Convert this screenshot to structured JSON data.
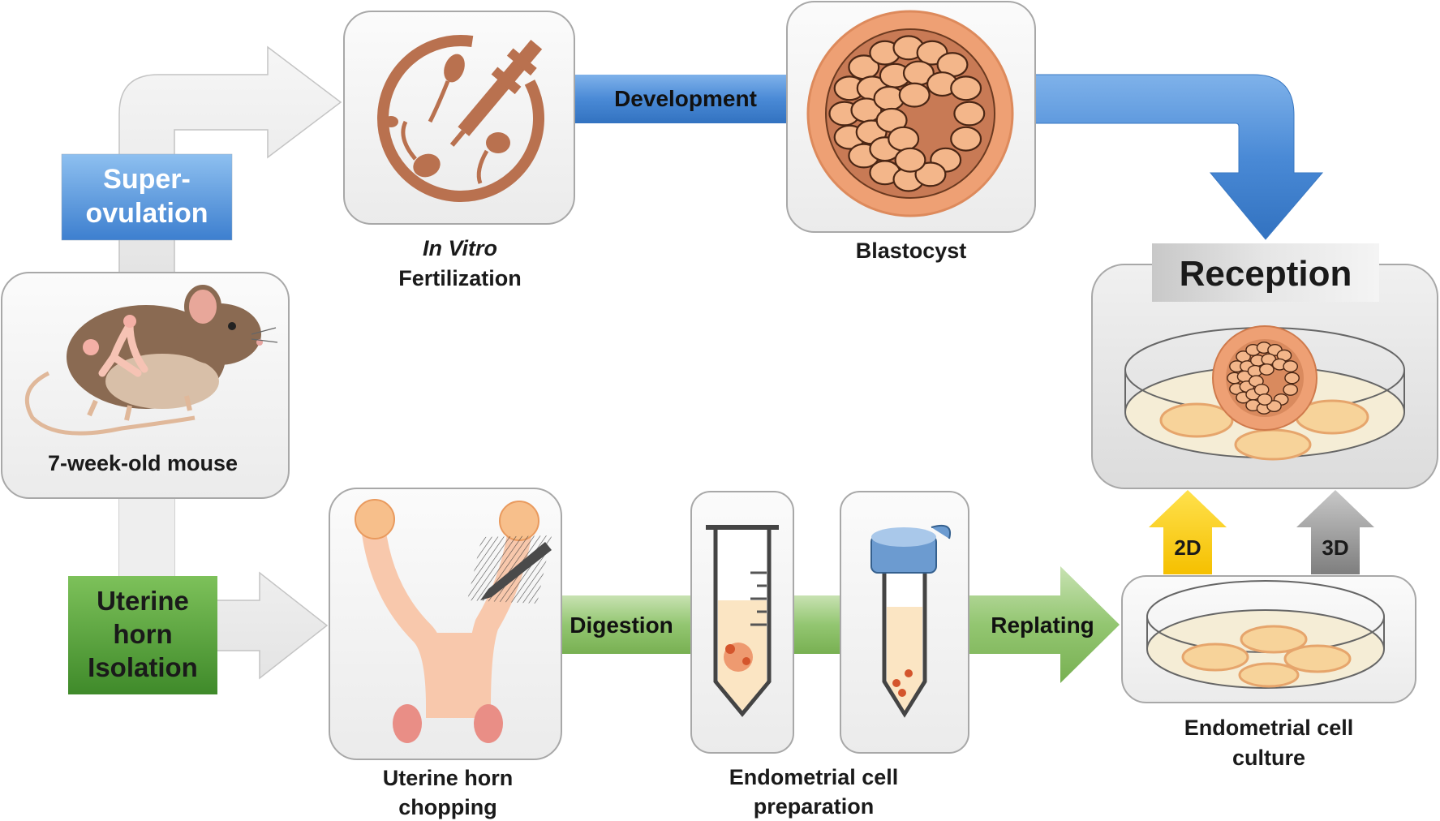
{
  "labels": {
    "superovulation_1": "Super-",
    "superovulation_2": "ovulation",
    "ivf_1": "In Vitro",
    "ivf_2": "Fertilization",
    "development": "Development",
    "blastocyst": "Blastocyst",
    "reception": "Reception",
    "mouse": "7-week-old mouse",
    "uterine_isolation_1": "Uterine",
    "uterine_isolation_2": "horn",
    "uterine_isolation_3": "Isolation",
    "chopping_1": "Uterine horn",
    "chopping_2": "chopping",
    "digestion": "Digestion",
    "prep_1": "Endometrial cell",
    "prep_2": "preparation",
    "replating": "Replating",
    "culture_1": "Endometrial cell",
    "culture_2": "culture",
    "arrow_2d": "2D",
    "arrow_3d": "3D"
  },
  "colors": {
    "blue_box": "#4f8fd6",
    "green_box": "#5aa03c",
    "blue_arrow": "#5a96d8",
    "green_arrow": "#8cc06a",
    "embryo_brown": "#b9714f",
    "blastocyst_outer": "#e88f5c",
    "card_fill": "#f2f2f2",
    "card_stroke": "#b8b8b8",
    "arrow_2d": "#f5c400",
    "arrow_3d": "#8c8c8c"
  }
}
